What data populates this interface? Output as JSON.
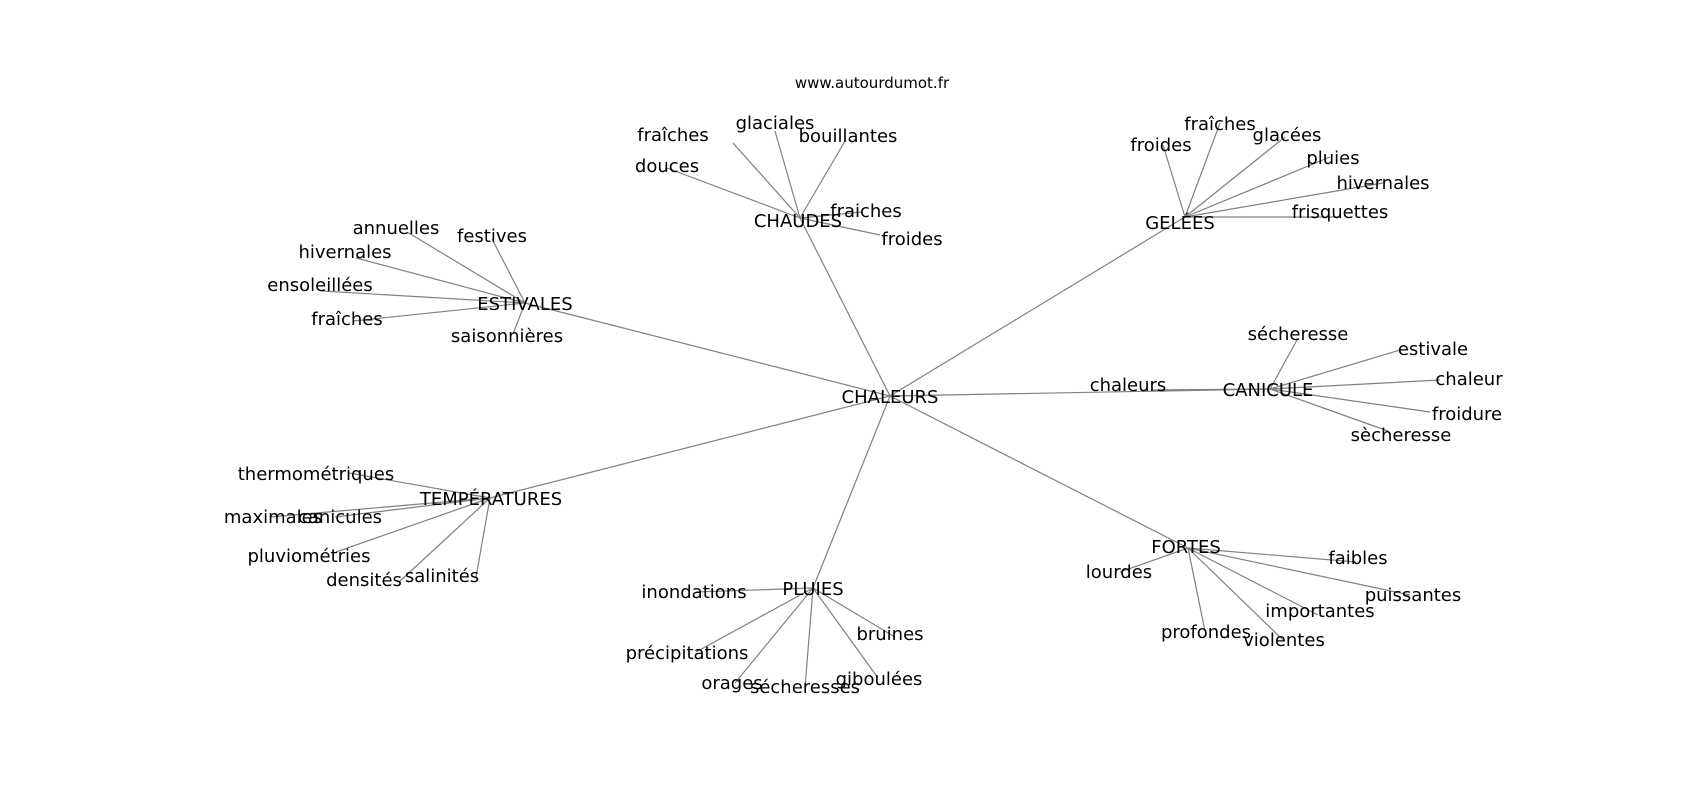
{
  "site": "www.autourdumot.fr",
  "center": "CHALEURS",
  "groups": [
    {
      "label": "CHAUDES",
      "children": [
        "douces",
        "fraîches",
        "glaciales",
        "bouillantes",
        "fraiches",
        "froides"
      ]
    },
    {
      "label": "GELÉES",
      "children": [
        "froides",
        "fraîches",
        "glacées",
        "pluies",
        "hivernales",
        "frisquettes"
      ]
    },
    {
      "label": "ESTIVALES",
      "children": [
        "annuelles",
        "festives",
        "hivernales",
        "ensoleillées",
        "fraîches",
        "saisonnières"
      ]
    },
    {
      "label": "CANICULE",
      "children": [
        "sécheresse",
        "estivale",
        "chaleur",
        "chaleurs",
        "froidure",
        "sècheresse"
      ]
    },
    {
      "label": "TEMPÉRATURES",
      "children": [
        "thermométriques",
        "maximales",
        "canicules",
        "pluviométries",
        "densités",
        "salinités"
      ]
    },
    {
      "label": "FORTES",
      "children": [
        "lourdes",
        "faibles",
        "puissantes",
        "importantes",
        "profondes",
        "violentes"
      ]
    },
    {
      "label": "PLUIES",
      "children": [
        "inondations",
        "précipitations",
        "orages",
        "sécheresses",
        "giboulées",
        "bruines"
      ]
    }
  ]
}
